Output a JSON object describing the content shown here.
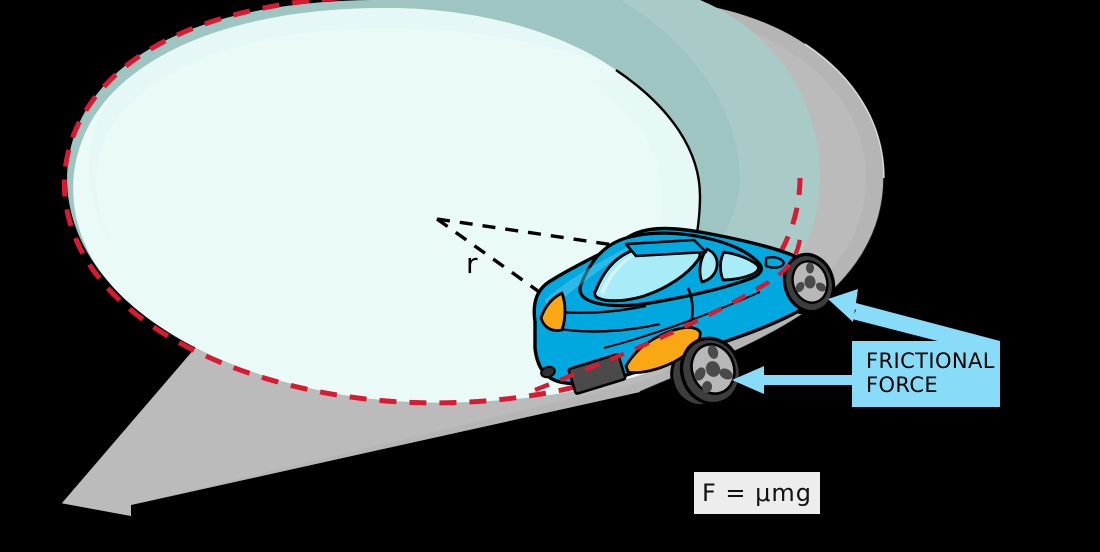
{
  "diagram": {
    "title": "Car on banked circular road with frictional force",
    "background_color": "#000000"
  },
  "labels": {
    "friction": {
      "line1": "FRICTIONAL",
      "line2": "FORCE",
      "box_color": "#89dcf8",
      "text_color": "#000000"
    },
    "formula": {
      "text": "F = μmg",
      "box_color": "#ededed",
      "text_color": "#111111"
    },
    "radius": {
      "text": "r",
      "text_color": "#000000"
    }
  },
  "colors": {
    "road": "#bbbbbb",
    "road_shade": "#b0b0b0",
    "inner_field": "#eafaf7",
    "inner_field_light": "#e4f7f6",
    "teal_band": "#9fc5c2",
    "teal_band_light": "#aecdcb",
    "path_dash": "#d81b33",
    "car_body": "#00a8e0",
    "car_body_dark": "#0092c8",
    "window": "#a8ecf8",
    "window_light": "#bff2fb",
    "lamp": "#f9a712",
    "wheel_rim": "#b8b8b8",
    "tire": "#3d3d3d",
    "plate": "#4a4a4a",
    "arrow": "#89dcf8",
    "outline": "#000000"
  },
  "elements": {
    "road_name": "curved-road-surface",
    "path_name": "circular-path-dashed",
    "radius_name": "radius-lines",
    "car_name": "car",
    "arrow_front_name": "friction-arrow-front-wheel",
    "arrow_rear_name": "friction-arrow-rear-wheel"
  }
}
